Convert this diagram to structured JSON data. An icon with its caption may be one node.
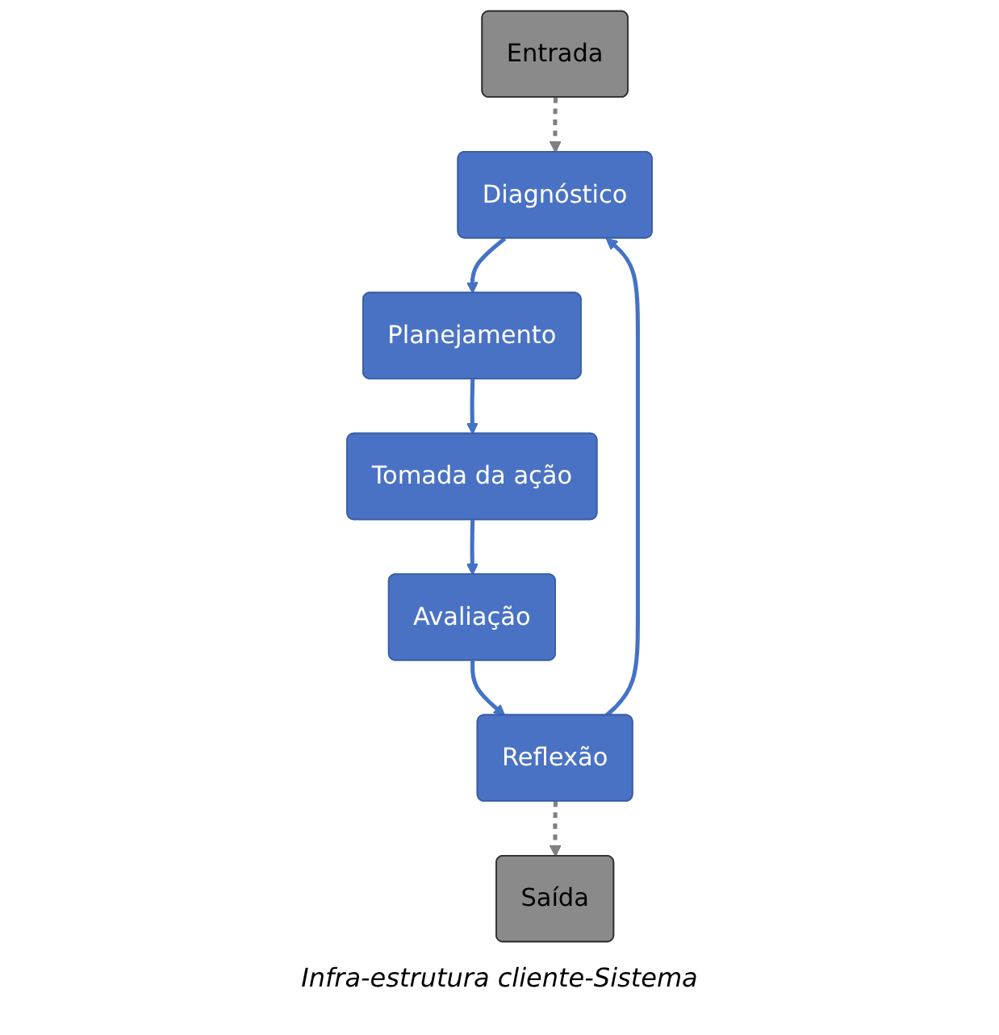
{
  "diagram": {
    "nodes": [
      {
        "text": [
          "Saída"
        ]
      },
      {
        "text": [
          "Entrada"
        ]
      },
      {
        "text": [
          "Diagnóstico"
        ]
      },
      {
        "text": [
          "Planejamento"
        ]
      },
      {
        "text": [
          "Tomada da ação"
        ]
      },
      {
        "text": [
          "Avaliação"
        ]
      },
      {
        "text": [
          "Reflexão"
        ]
      }
    ],
    "edges": [
      {
        "from": 1,
        "to": 2,
        "arrow": "to",
        "style": "dashed",
        "color": "#808080"
      },
      {
        "from": 2,
        "to": 3,
        "arrow": "to"
      },
      {
        "from": 3,
        "to": 4,
        "arrow": "to"
      },
      {
        "from": 4,
        "to": 5,
        "arrow": "to"
      },
      {
        "from": 5,
        "to": 6,
        "arrow": "to"
      },
      {
        "from": 6,
        "to": 2,
        "arrow": "to"
      },
      {
        "from": 6,
        "to": 0,
        "arrow": "to",
        "style": "dashed",
        "color": "#808080"
      }
    ],
    "labels": [
      "Infra-estrutura cliente-Sistema"
    ]
  }
}
